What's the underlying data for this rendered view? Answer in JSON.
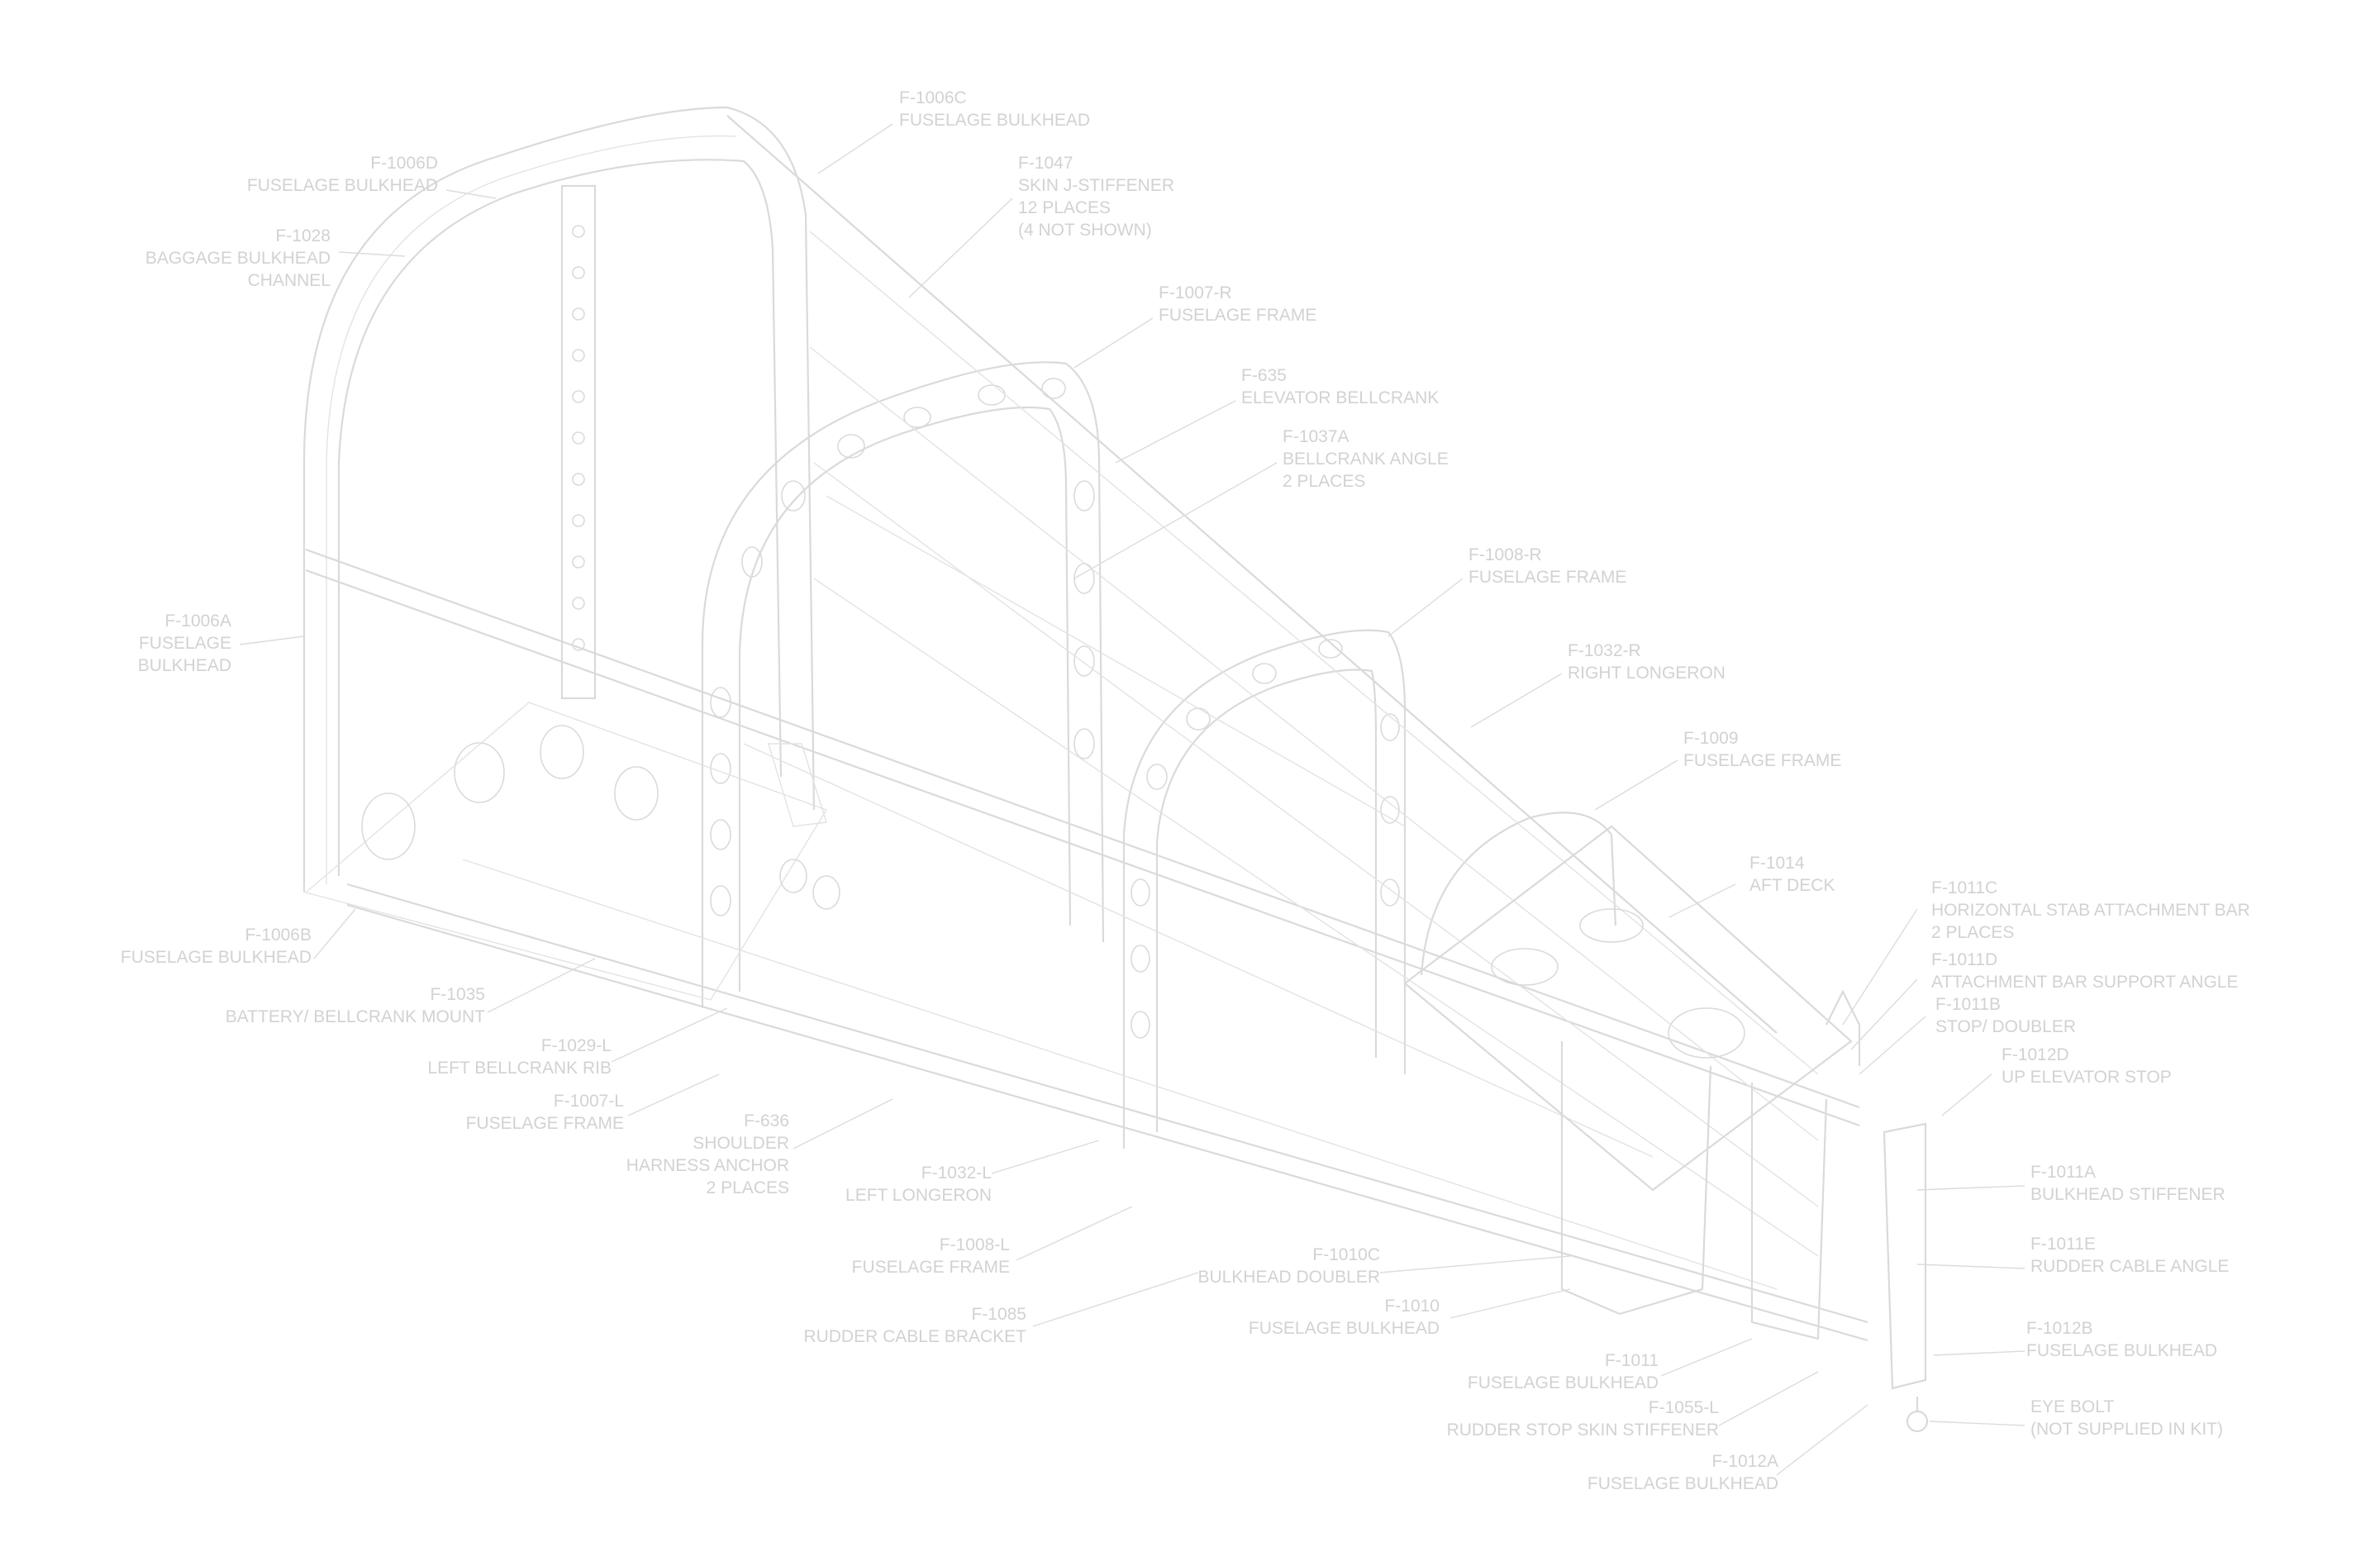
{
  "labels": [
    {
      "id": "f1006c",
      "lines": [
        "F-1006C",
        "FUSELAGE BULKHEAD"
      ],
      "anchor": "start"
    },
    {
      "id": "f1047",
      "lines": [
        "F-1047",
        "SKIN J-STIFFENER",
        "12 PLACES",
        "(4 NOT SHOWN)"
      ],
      "anchor": "start"
    },
    {
      "id": "f1006d",
      "lines": [
        "F-1006D",
        "FUSELAGE BULKHEAD"
      ],
      "anchor": "end"
    },
    {
      "id": "f1028",
      "lines": [
        "F-1028",
        "BAGGAGE BULKHEAD",
        "CHANNEL"
      ],
      "anchor": "end"
    },
    {
      "id": "f1007r",
      "lines": [
        "F-1007-R",
        "FUSELAGE FRAME"
      ],
      "anchor": "start"
    },
    {
      "id": "f635",
      "lines": [
        "F-635",
        "ELEVATOR BELLCRANK"
      ],
      "anchor": "start"
    },
    {
      "id": "f1037a",
      "lines": [
        "F-1037A",
        "BELLCRANK ANGLE",
        "2 PLACES"
      ],
      "anchor": "start"
    },
    {
      "id": "f1008r",
      "lines": [
        "F-1008-R",
        "FUSELAGE FRAME"
      ],
      "anchor": "start"
    },
    {
      "id": "f1006a",
      "lines": [
        "F-1006A",
        "FUSELAGE",
        "BULKHEAD"
      ],
      "anchor": "end"
    },
    {
      "id": "f1032r",
      "lines": [
        "F-1032-R",
        "RIGHT LONGERON"
      ],
      "anchor": "start"
    },
    {
      "id": "f1009",
      "lines": [
        "F-1009",
        "FUSELAGE FRAME"
      ],
      "anchor": "start"
    },
    {
      "id": "f1014",
      "lines": [
        "F-1014",
        "AFT DECK"
      ],
      "anchor": "start"
    },
    {
      "id": "f1011c",
      "lines": [
        "F-1011C",
        "HORIZONTAL STAB ATTACHMENT BAR",
        "2 PLACES"
      ],
      "anchor": "start"
    },
    {
      "id": "f1011d",
      "lines": [
        "F-1011D",
        "ATTACHMENT BAR SUPPORT ANGLE"
      ],
      "anchor": "start"
    },
    {
      "id": "f1011b",
      "lines": [
        "F-1011B",
        "STOP/ DOUBLER"
      ],
      "anchor": "start"
    },
    {
      "id": "f1006b",
      "lines": [
        "F-1006B",
        "FUSELAGE BULKHEAD"
      ],
      "anchor": "end"
    },
    {
      "id": "f1035",
      "lines": [
        "F-1035",
        "BATTERY/ BELLCRANK MOUNT"
      ],
      "anchor": "end"
    },
    {
      "id": "f1012d",
      "lines": [
        "F-1012D",
        "UP ELEVATOR STOP"
      ],
      "anchor": "start"
    },
    {
      "id": "f1029l",
      "lines": [
        "F-1029-L",
        "LEFT BELLCRANK RIB"
      ],
      "anchor": "end"
    },
    {
      "id": "f1007l",
      "lines": [
        "F-1007-L",
        "FUSELAGE FRAME"
      ],
      "anchor": "end"
    },
    {
      "id": "f636",
      "lines": [
        "F-636",
        "SHOULDER",
        "HARNESS ANCHOR",
        "2 PLACES"
      ],
      "anchor": "end"
    },
    {
      "id": "f1032l",
      "lines": [
        "F-1032-L",
        "LEFT LONGERON"
      ],
      "anchor": "end"
    },
    {
      "id": "f1011a",
      "lines": [
        "F-1011A",
        "BULKHEAD STIFFENER"
      ],
      "anchor": "start"
    },
    {
      "id": "f1008l",
      "lines": [
        "F-1008-L",
        "FUSELAGE FRAME"
      ],
      "anchor": "end"
    },
    {
      "id": "f1010c",
      "lines": [
        "F-1010C",
        "BULKHEAD DOUBLER"
      ],
      "anchor": "end"
    },
    {
      "id": "f1011e",
      "lines": [
        "F-1011E",
        "RUDDER CABLE ANGLE"
      ],
      "anchor": "start"
    },
    {
      "id": "f1010",
      "lines": [
        "F-1010",
        "FUSELAGE BULKHEAD"
      ],
      "anchor": "end"
    },
    {
      "id": "f1085",
      "lines": [
        "F-1085",
        "RUDDER CABLE BRACKET"
      ],
      "anchor": "end"
    },
    {
      "id": "f1012b",
      "lines": [
        "F-1012B",
        "FUSELAGE BULKHEAD"
      ],
      "anchor": "start"
    },
    {
      "id": "f1011",
      "lines": [
        "F-1011",
        "FUSELAGE BULKHEAD"
      ],
      "anchor": "end"
    },
    {
      "id": "f1055l",
      "lines": [
        "F-1055-L",
        "RUDDER STOP SKIN STIFFENER"
      ],
      "anchor": "end"
    },
    {
      "id": "eyebolt",
      "lines": [
        "EYE BOLT",
        "(NOT SUPPLIED IN KIT)"
      ],
      "anchor": "start"
    },
    {
      "id": "f1012a",
      "lines": [
        "F-1012A",
        "FUSELAGE BULKHEAD"
      ],
      "anchor": "end"
    }
  ]
}
